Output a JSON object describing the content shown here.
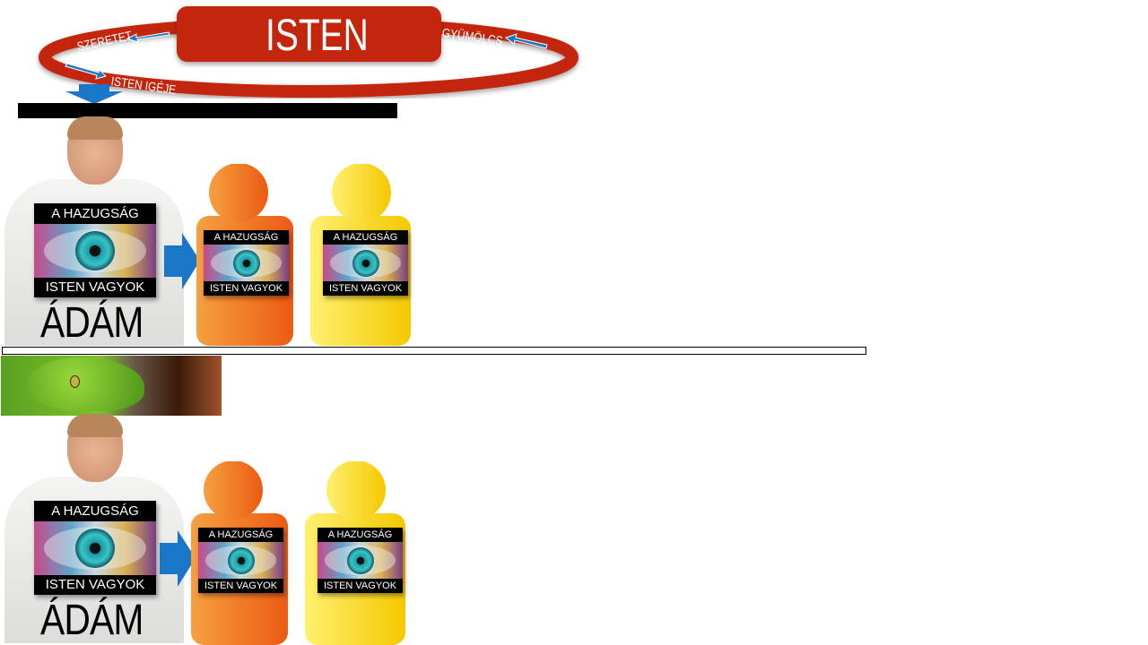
{
  "diagram": {
    "title": "ISTEN",
    "ring_labels": {
      "love": "SZERETET",
      "fruit": "GYÜMÖLCS",
      "word": "ISTEN IGÉJE"
    },
    "colors": {
      "ring": "#c4260c",
      "arrow": "#1a76c8",
      "orange": "#f07a1e",
      "yellow": "#f8d400"
    }
  },
  "groups": [
    {
      "person_label": "ÁDÁM",
      "main_card": {
        "top": "A HAZUGSÁG",
        "bottom": "ISTEN VAGYOK"
      },
      "orange_card": {
        "top": "A HAZUGSÁG",
        "bottom": "ISTEN VAGYOK"
      },
      "yellow_card": {
        "top": "A HAZUGSÁG",
        "bottom": "ISTEN VAGYOK"
      }
    },
    {
      "person_label": "ÁDÁM",
      "main_card": {
        "top": "A HAZUGSÁG",
        "bottom": "ISTEN VAGYOK"
      },
      "orange_card": {
        "top": "A HAZUGSÁG",
        "bottom": "ISTEN VAGYOK"
      },
      "yellow_card": {
        "top": "A HAZUGSÁG",
        "bottom": "ISTEN VAGYOK"
      }
    }
  ]
}
